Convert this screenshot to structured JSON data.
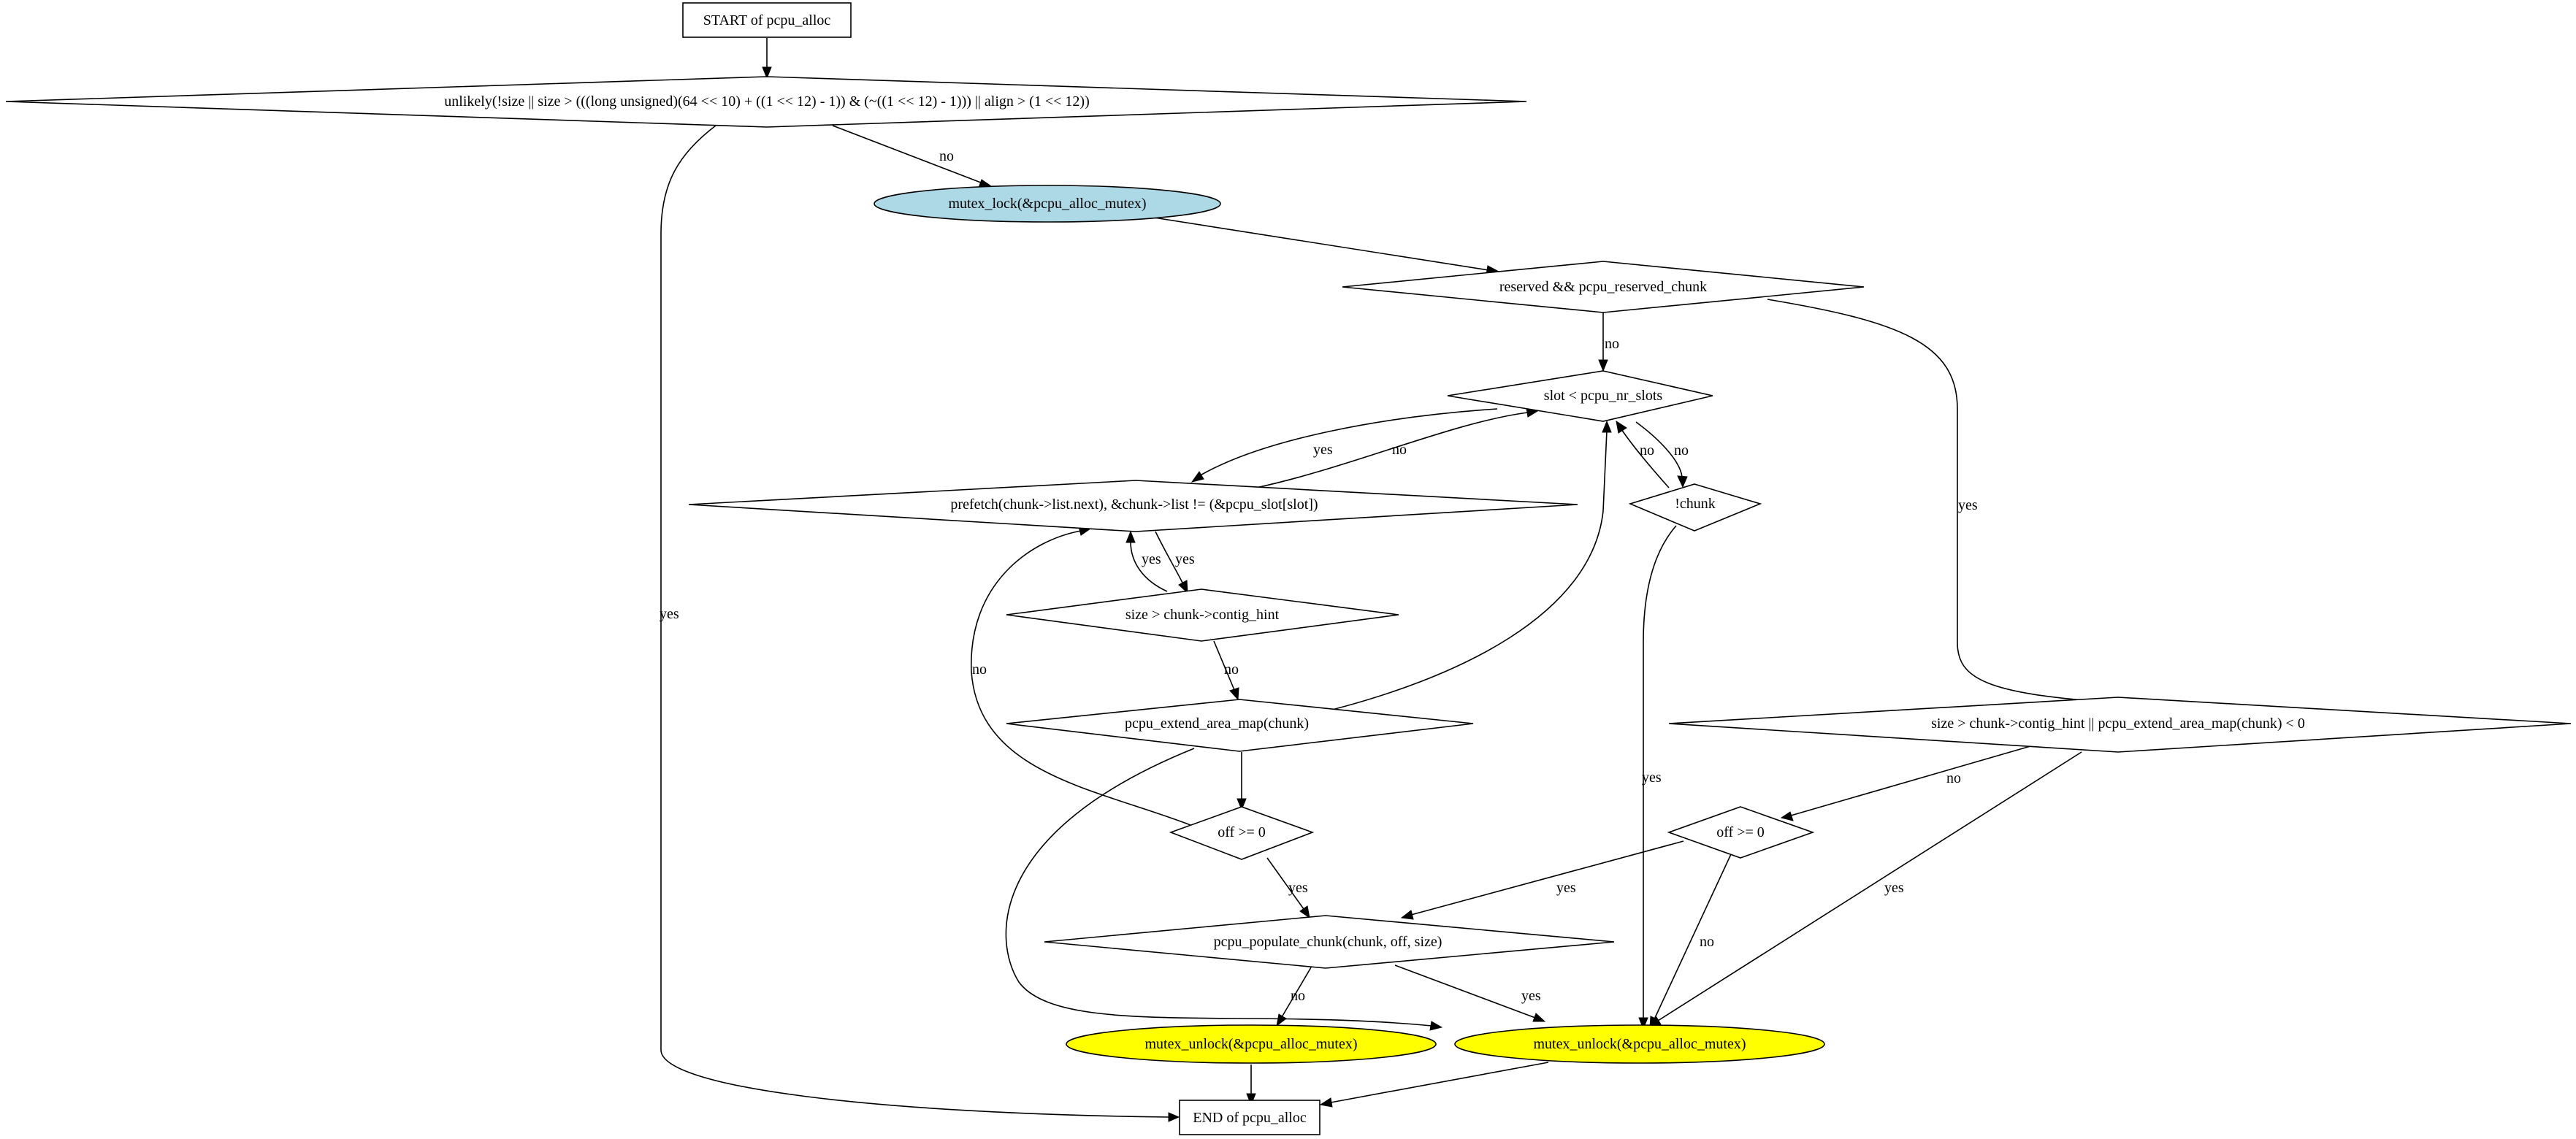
{
  "colors": {
    "lock_node": "#add8e6",
    "unlock_node": "#ffff00",
    "default_fill": "#ffffff",
    "stroke": "#000000"
  },
  "nodes": {
    "start": "START of pcpu_alloc",
    "check_size": "unlikely(!size || size > (((long unsigned)(64 << 10) + ((1 << 12) - 1)) & (~((1 << 12) - 1))) || align > (1 << 12))",
    "mutex_lock": "mutex_lock(&pcpu_alloc_mutex)",
    "reserved_check": "reserved && pcpu_reserved_chunk",
    "slot_check": "slot < pcpu_nr_slots",
    "list_iter": "prefetch(chunk->list.next), &chunk->list != (&pcpu_slot[slot])",
    "not_chunk": "!chunk",
    "size_contig": "size > chunk->contig_hint",
    "extend_map": "pcpu_extend_area_map(chunk)",
    "reserved_extend": "size > chunk->contig_hint || pcpu_extend_area_map(chunk) < 0",
    "off_left": "off >= 0",
    "off_right": "off >= 0",
    "populate": "pcpu_populate_chunk(chunk, off, size)",
    "unlock_left": "mutex_unlock(&pcpu_alloc_mutex)",
    "unlock_right": "mutex_unlock(&pcpu_alloc_mutex)",
    "end": "END of pcpu_alloc"
  },
  "edge_labels": {
    "check_to_end": "yes",
    "check_to_lock": "no",
    "reserved_to_slot": "no",
    "reserved_to_rextend": "yes",
    "slot_to_list": "yes",
    "list_to_slot": "no",
    "slot_to_notchunk": "no",
    "notchunk_to_slot": "no",
    "notchunk_to_unlock": "yes",
    "list_to_size": "yes",
    "size_to_list": "yes",
    "size_to_extend": "no",
    "offl_to_list": "no",
    "offl_to_populate": "yes",
    "rextend_to_offr": "no",
    "rextend_to_unlock": "yes",
    "offr_to_populate": "yes",
    "offr_to_unlock": "no",
    "populate_to_unlockl": "no",
    "populate_to_unlockr": "yes"
  }
}
